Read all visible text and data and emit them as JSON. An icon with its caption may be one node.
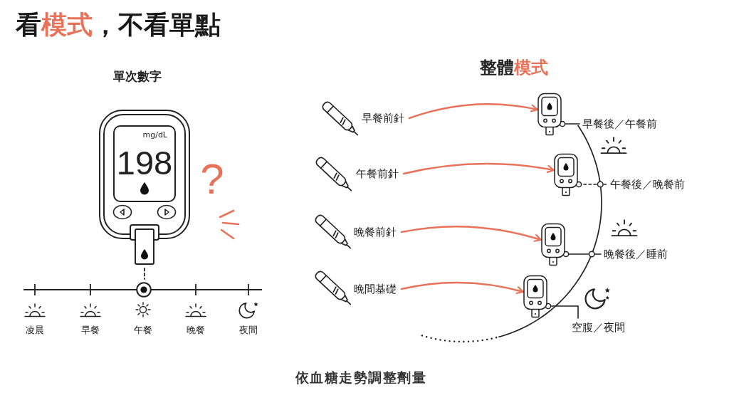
{
  "diagram": {
    "title": "看模式，不看單點",
    "caption": "依血糖走勢調整劑量",
    "nodes": [
      {
        "text": [
          "mg/dL",
          "198"
        ]
      },
      {
        "text": [],
        "shape": "circle"
      },
      {
        "text": [
          "早餐前針"
        ]
      },
      {
        "text": [],
        "shape": "picture"
      },
      {
        "text": [
          "早餐後／午餐前"
        ]
      },
      {
        "text": [
          "午餐前針"
        ]
      },
      {
        "text": [],
        "shape": "picture"
      },
      {
        "text": [
          "午餐後／晚餐前"
        ]
      },
      {
        "text": [
          "晚餐前針"
        ]
      },
      {
        "text": [],
        "shape": "picture"
      },
      {
        "text": [
          "晚餐後／睡前"
        ]
      },
      {
        "text": [
          "晚間基礎"
        ]
      },
      {
        "text": [],
        "shape": "picture"
      },
      {
        "text": [
          "空腹／夜間"
        ]
      }
    ],
    "edges": [
      {
        "from": 0,
        "to": 1,
        "arrow": "none",
        "style": "dashed"
      },
      {
        "from": 2,
        "to": 3,
        "arrow": "to",
        "color": "#e8735a"
      },
      {
        "from": 3,
        "to": 4,
        "arrow": "other"
      },
      {
        "from": 5,
        "to": 6,
        "arrow": "to",
        "color": "#e8735a"
      },
      {
        "from": 6,
        "to": 7,
        "arrow": "other",
        "style": "dashed"
      },
      {
        "from": 8,
        "to": 9,
        "arrow": "to",
        "color": "#e8735a"
      },
      {
        "from": 9,
        "to": 10,
        "arrow": "other"
      },
      {
        "from": 11,
        "to": 12,
        "arrow": "to",
        "color": "#e8735a"
      },
      {
        "from": 12,
        "to": 13,
        "arrow": "other"
      }
    ],
    "labels": [
      "單次數字",
      "?",
      "凌晨",
      "早餐",
      "午餐",
      "晚餐",
      "夜間",
      "整體模式"
    ]
  }
}
